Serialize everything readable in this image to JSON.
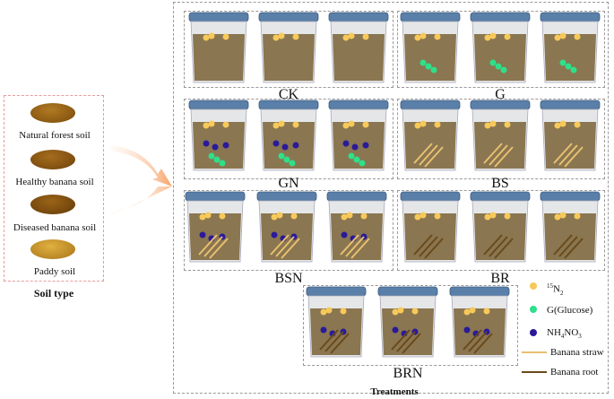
{
  "soil_types": [
    {
      "label": "Natural forest soil",
      "color": "#8a5a12"
    },
    {
      "label": "Healthy banana soil",
      "color": "#8b5512"
    },
    {
      "label": "Diseased banana soil",
      "color": "#7a4a10"
    },
    {
      "label": "Paddy soil",
      "color": "#c9952a"
    }
  ],
  "soil_title": "Soil type",
  "treatments_title": "Treatments",
  "groups": [
    {
      "label": "CK"
    },
    {
      "label": "G"
    },
    {
      "label": "GN"
    },
    {
      "label": "BS"
    },
    {
      "label": "BSN"
    },
    {
      "label": "BR"
    },
    {
      "label": "BRN"
    }
  ],
  "legend": {
    "n2_pre": "15",
    "n2_main": "N",
    "n2_sub": "2",
    "glucose": "G(Glucose)",
    "nh4no3_pre": "NH",
    "nh4no3_sub": "4",
    "nh4no3_post": "NO",
    "nh4no3_sub2": "3",
    "straw": "Banana straw",
    "root": "Banana root"
  },
  "colors": {
    "n2": "#f7c95a",
    "glucose": "#2ee08a",
    "nh4no3": "#2a1a9a",
    "straw": "#e8c070",
    "root": "#6a4a1a",
    "lid": "#5a7fa8",
    "soil": "#8a7650"
  }
}
